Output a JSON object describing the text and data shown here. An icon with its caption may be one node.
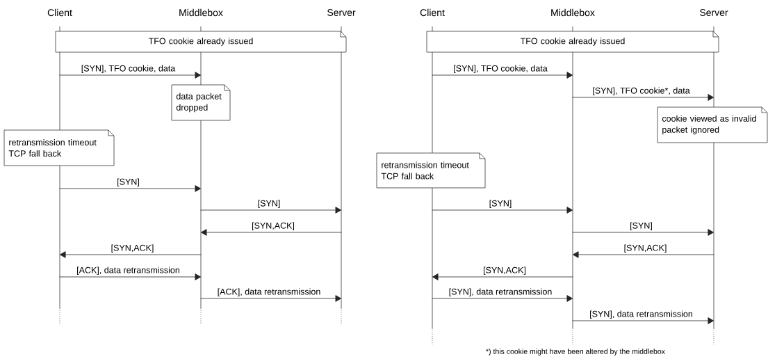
{
  "diagram": {
    "nodes": [
      {
        "text": [
          "Client"
        ]
      },
      {
        "text": [
          "Middlebox"
        ]
      },
      {
        "text": [
          "Server"
        ]
      },
      {
        "text": [
          "TFO cookie already issued"
        ]
      },
      {
        "text": [
          "data packet dropped"
        ]
      },
      {
        "text": [
          "retransmission timeout TCP fall back"
        ]
      },
      {
        "text": [
          "Client"
        ]
      },
      {
        "text": [
          "Middlebox"
        ]
      },
      {
        "text": [
          "Server"
        ]
      },
      {
        "text": [
          "TFO cookie already issued"
        ]
      },
      {
        "text": [
          "cookie viewed as invalid packet ignored"
        ]
      },
      {
        "text": [
          "retransmission timeout TCP fall back"
        ]
      }
    ],
    "edges": [
      {
        "from": 0,
        "to": 1,
        "arrow": "to",
        "label": "[SYN], TFO cookie, data"
      },
      {
        "from": 0,
        "to": 1,
        "arrow": "to",
        "label": "[SYN]"
      },
      {
        "from": 1,
        "to": 2,
        "arrow": "to",
        "label": "[SYN]"
      },
      {
        "from": 2,
        "to": 1,
        "arrow": "to",
        "label": "[SYN,ACK]"
      },
      {
        "from": 1,
        "to": 0,
        "arrow": "to",
        "label": "[SYN,ACK]"
      },
      {
        "from": 0,
        "to": 1,
        "arrow": "to",
        "label": "[ACK], data retransmission"
      },
      {
        "from": 1,
        "to": 2,
        "arrow": "to",
        "label": "[ACK], data retransmission"
      },
      {
        "from": 6,
        "to": 7,
        "arrow": "to",
        "label": "[SYN], TFO cookie, data"
      },
      {
        "from": 7,
        "to": 8,
        "arrow": "to",
        "label": "[SYN], TFO cookie*, data"
      },
      {
        "from": 6,
        "to": 7,
        "arrow": "to",
        "label": "[SYN]"
      },
      {
        "from": 7,
        "to": 8,
        "arrow": "to",
        "label": "[SYN]"
      },
      {
        "from": 8,
        "to": 7,
        "arrow": "to",
        "label": "[SYN,ACK]"
      },
      {
        "from": 7,
        "to": 6,
        "arrow": "to",
        "label": "[SYN,ACK]"
      },
      {
        "from": 6,
        "to": 7,
        "arrow": "to",
        "label": "[SYN], data retransmission"
      },
      {
        "from": 7,
        "to": 8,
        "arrow": "to",
        "label": "[SYN], data retransmission"
      }
    ],
    "labels": [
      "*) this cookie might have been altered by the middlebox"
    ]
  }
}
